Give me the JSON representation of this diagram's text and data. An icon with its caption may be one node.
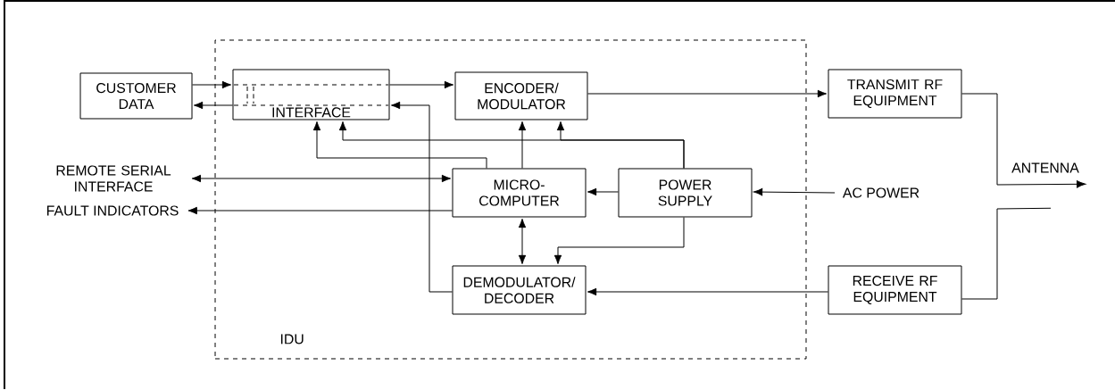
{
  "diagram": {
    "nodes": [
      {
        "text": [
          "IDU"
        ]
      },
      {
        "text": [
          "CUSTOMER DATA"
        ]
      },
      {
        "text": [
          "INTERFACE"
        ],
        "in": 0
      },
      {
        "text": [
          "ENCODER/ MODULATOR"
        ],
        "in": 0
      },
      {
        "text": [
          "MICRO- COMPUTER"
        ],
        "in": 0
      },
      {
        "text": [
          "POWER SUPPLY"
        ],
        "in": 0
      },
      {
        "text": [
          "DEMODULATOR/ DECODER"
        ],
        "in": 0
      },
      {
        "text": [
          "TRANSMIT RF EQUIPMENT"
        ]
      },
      {
        "text": [
          "RECEIVE RF EQUIPMENT"
        ]
      },
      {
        "text": [
          "REMOTE SERIAL INTERFACE"
        ]
      },
      {
        "text": [
          "FAULT INDICATORS"
        ]
      },
      {
        "text": [
          "AC POWER"
        ]
      },
      {
        "text": [
          "ANTENNA"
        ]
      }
    ],
    "edges": [
      {
        "from": 1,
        "to": 2,
        "arrow": "to"
      },
      {
        "from": 2,
        "to": 1,
        "arrow": "to"
      },
      {
        "from": 2,
        "to": 3,
        "arrow": "to"
      },
      {
        "from": 3,
        "to": 7,
        "arrow": "to"
      },
      {
        "from": 6,
        "to": 2,
        "arrow": "to"
      },
      {
        "from": 4,
        "to": 2,
        "arrow": "to"
      },
      {
        "from": 5,
        "to": 2,
        "arrow": "to"
      },
      {
        "from": 5,
        "to": 3,
        "arrow": "to"
      },
      {
        "from": 4,
        "to": 3,
        "arrow": "to"
      },
      {
        "from": 9,
        "to": 4,
        "arrow": "both"
      },
      {
        "from": 4,
        "to": 10,
        "arrow": "to"
      },
      {
        "from": 5,
        "to": 4,
        "arrow": "to"
      },
      {
        "from": 11,
        "to": 5,
        "arrow": "to"
      },
      {
        "from": 4,
        "to": 6,
        "arrow": "both"
      },
      {
        "from": 5,
        "to": 6,
        "arrow": "to"
      },
      {
        "from": 8,
        "to": 6,
        "arrow": "to"
      },
      {
        "from": 7,
        "to": 12,
        "arrow": "to"
      },
      {
        "from": 8,
        "to": 12,
        "arrow": "none"
      }
    ]
  }
}
